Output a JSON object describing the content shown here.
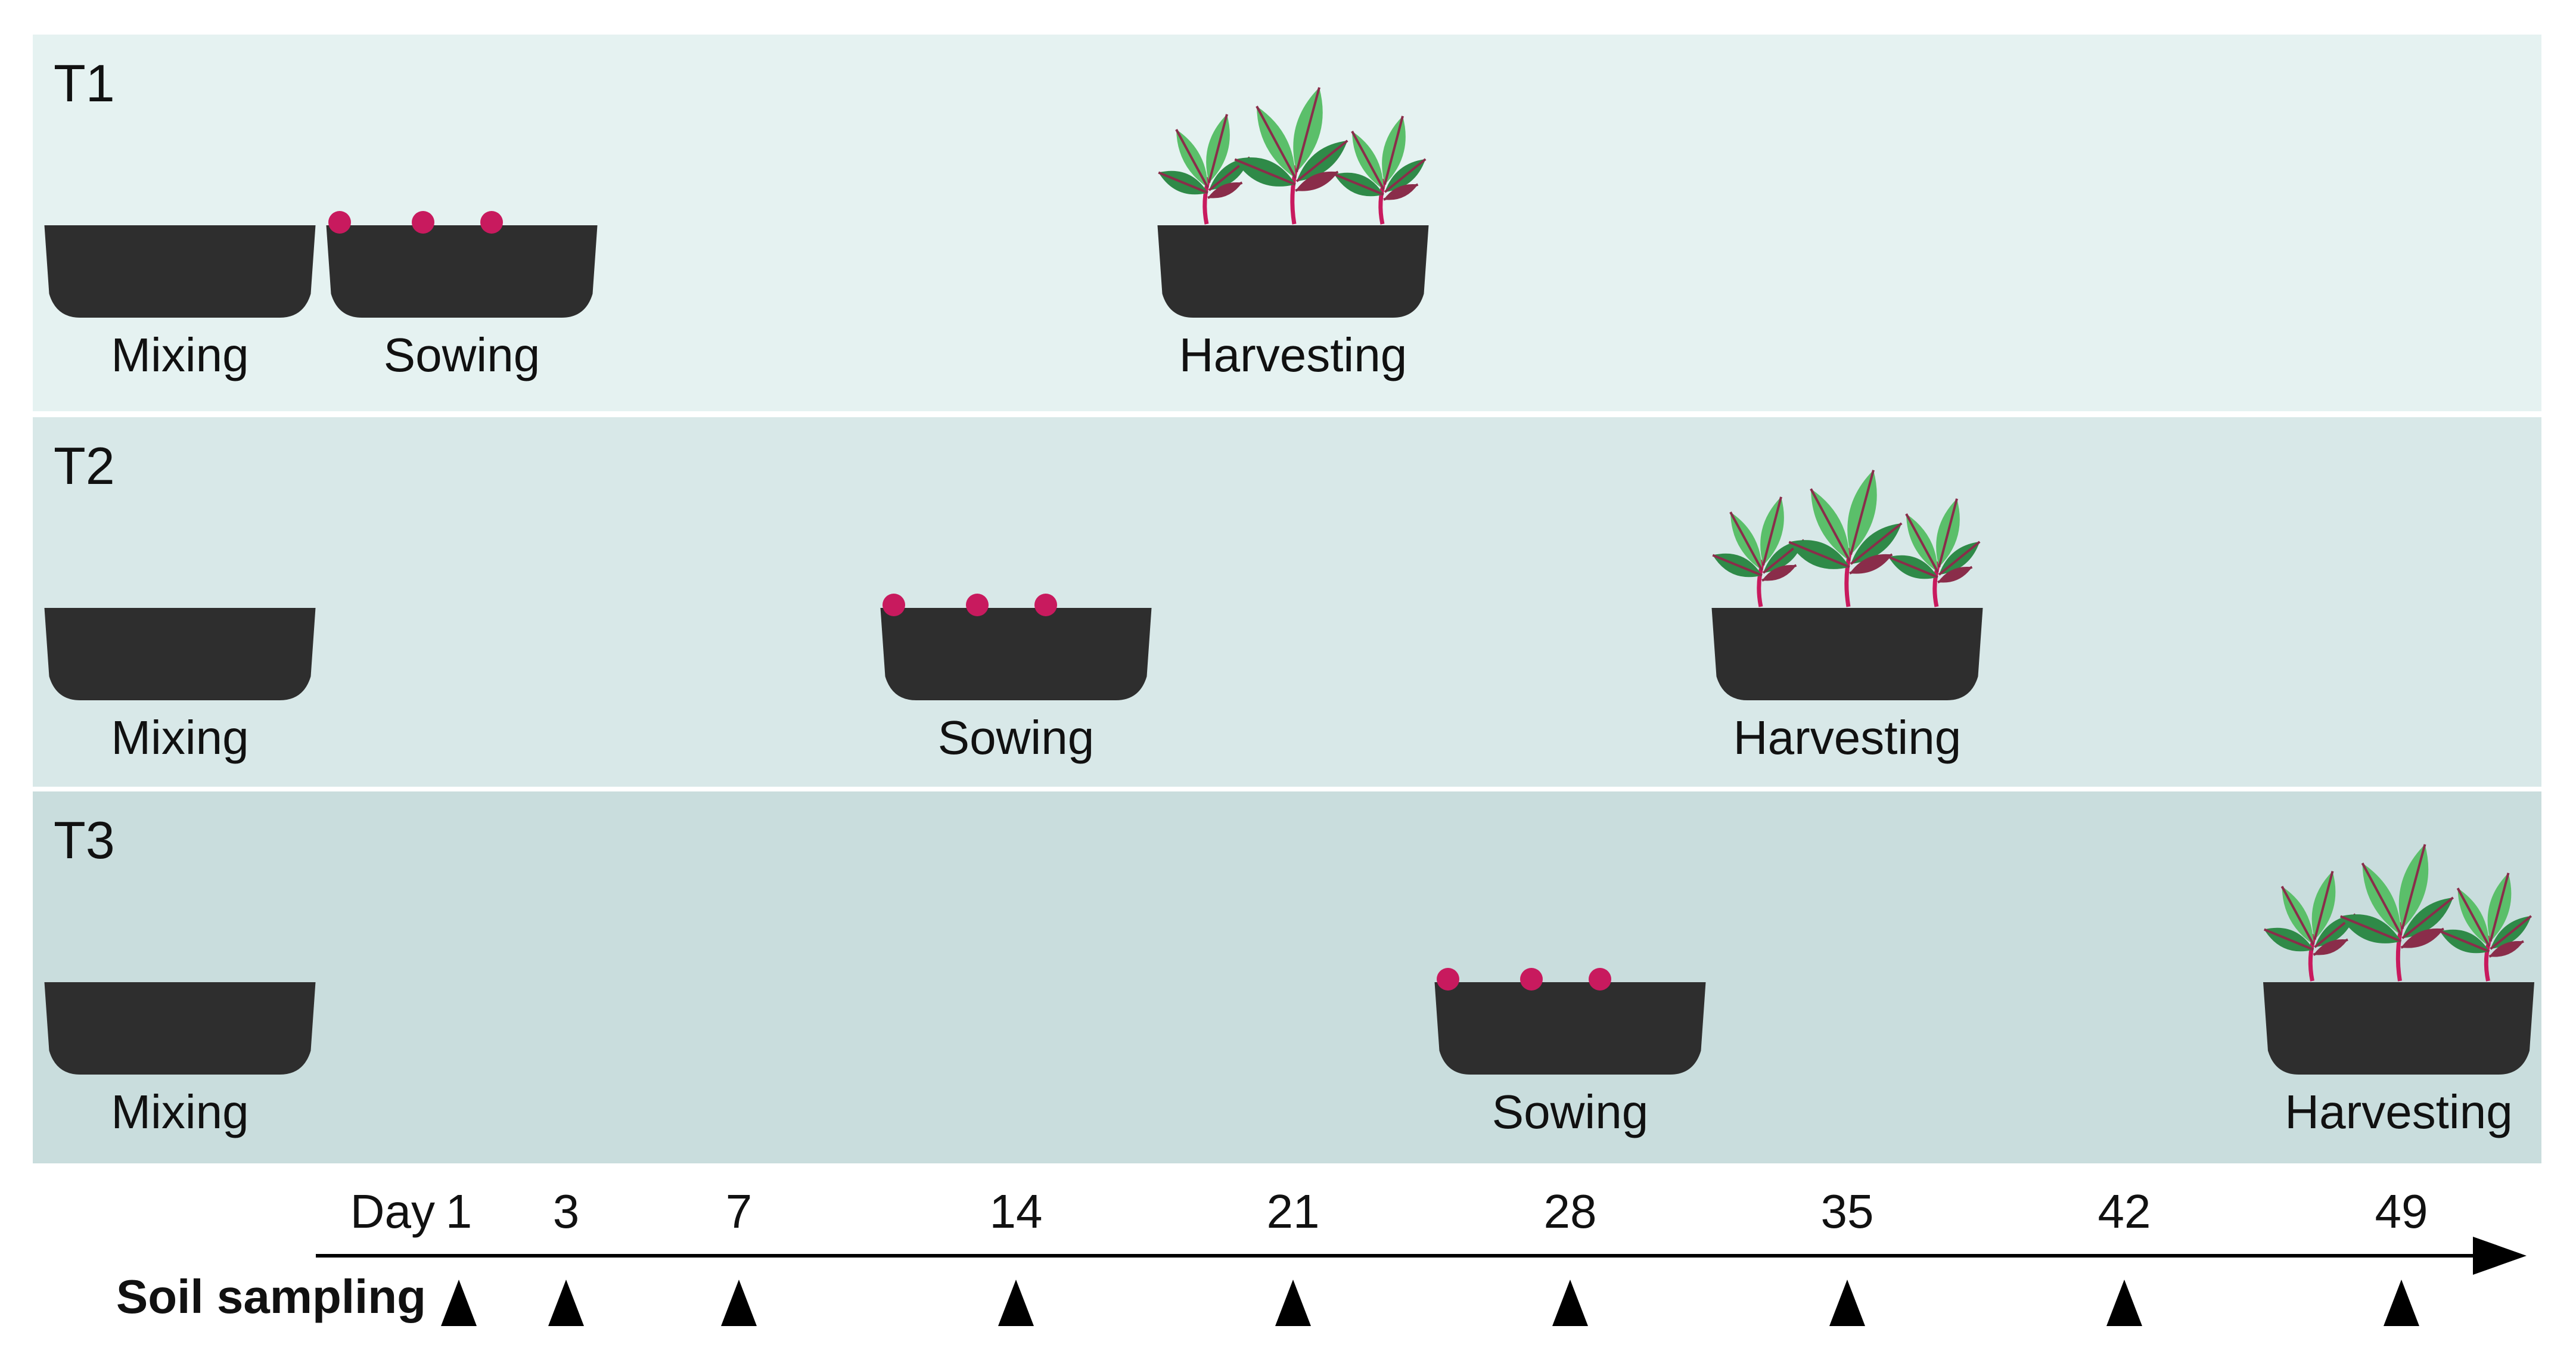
{
  "colors": {
    "band_t1": "#e5f2f1",
    "band_t2": "#d8e8e8",
    "band_t3": "#c9dddd",
    "tray": "#2e2e2e",
    "seed": "#c81a5e",
    "leaf_light": "#5bbf6a",
    "leaf_dark": "#2f8a48",
    "leaf_red": "#8a2d4a",
    "stem": "#c81a5e",
    "axis": "#000000"
  },
  "rows": [
    {
      "label": "T1",
      "stages": [
        {
          "type": "tray",
          "label": "Mixing",
          "day": 1
        },
        {
          "type": "seeds",
          "label": "Sowing",
          "day": 3
        },
        {
          "type": "plants",
          "label": "Harvesting",
          "day": 21
        }
      ]
    },
    {
      "label": "T2",
      "stages": [
        {
          "type": "tray",
          "label": "Mixing",
          "day": 1
        },
        {
          "type": "seeds",
          "label": "Sowing",
          "day": 14
        },
        {
          "type": "plants",
          "label": "Harvesting",
          "day": 35
        }
      ]
    },
    {
      "label": "T3",
      "stages": [
        {
          "type": "tray",
          "label": "Mixing",
          "day": 1
        },
        {
          "type": "seeds",
          "label": "Sowing",
          "day": 28
        },
        {
          "type": "plants",
          "label": "Harvesting",
          "day": 49
        }
      ]
    }
  ],
  "timeline": {
    "day_prefix": "Day",
    "ticks": [
      "1",
      "3",
      "7",
      "14",
      "21",
      "28",
      "35",
      "42",
      "49"
    ],
    "sampling_label": "Soil sampling",
    "sampling_days": [
      "1",
      "3",
      "7",
      "14",
      "21",
      "28",
      "35",
      "42",
      "49"
    ]
  }
}
